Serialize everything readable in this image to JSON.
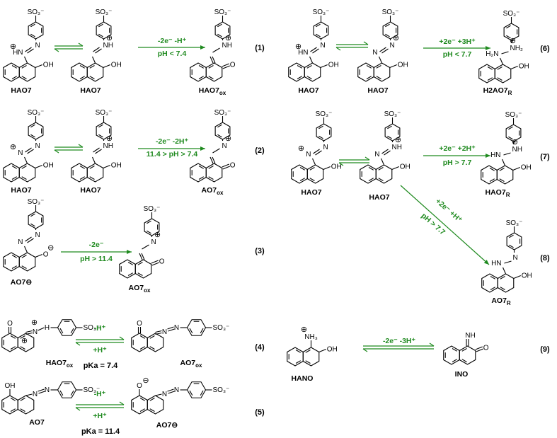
{
  "colors": {
    "arrow": "#1f8a1f",
    "ink": "#000000"
  },
  "atoms": {
    "so3": "SO₃⁻",
    "oh": "OH",
    "o": "O",
    "n": "N",
    "hn": "HN",
    "nh": "NH",
    "h2n": "H₂N",
    "nh2": "NH₂",
    "nh3": "NH₃",
    "hnn": "HN",
    "plus": "⊕",
    "minus": "⊖"
  },
  "reactions": [
    {
      "number": "(1)",
      "conditions_top": "-2e⁻ -H⁺",
      "conditions_bottom": "pH < 7.4",
      "labels": [
        "HAO7",
        "HAO7",
        "HAO7ox"
      ]
    },
    {
      "number": "(2)",
      "conditions_top": "-2e⁻ -2H⁺",
      "conditions_bottom": "11.4 > pH > 7.4",
      "labels": [
        "HAO7",
        "HAO7",
        "AO7ox"
      ]
    },
    {
      "number": "(3)",
      "conditions_top": "-2e⁻",
      "conditions_bottom": "pH > 11.4",
      "labels": [
        "AO7⊖",
        "AO7ox"
      ]
    },
    {
      "number": "(4)",
      "conditions_top": "-H⁺",
      "conditions_bottom": "+H⁺",
      "pka": "pKa = 7.4",
      "labels": [
        "HAO7ox",
        "AO7ox"
      ]
    },
    {
      "number": "(5)",
      "conditions_top": "-H⁺",
      "conditions_bottom": "+H⁺",
      "pka": "pKa = 11.4",
      "labels": [
        "AO7",
        "AO7⊖"
      ]
    },
    {
      "number": "(6)",
      "conditions_top": "+2e⁻ +3H⁺",
      "conditions_bottom": "pH < 7.7",
      "labels": [
        "HAO7",
        "HAO7",
        "H2AO7R"
      ]
    },
    {
      "number": "(7)",
      "conditions_top": "+2e⁻ +2H⁺",
      "conditions_bottom": "pH > 7.7",
      "labels": [
        "HAO7",
        "HAO7",
        "HAO7R"
      ]
    },
    {
      "number": "(8)",
      "conditions_top": "+2e⁻ +H⁺",
      "conditions_bottom": "pH > 7.7",
      "labels": [
        "AO7R"
      ]
    },
    {
      "number": "(9)",
      "conditions_top": "-2e⁻ -3H⁺",
      "labels": [
        "HANO",
        "INO"
      ]
    }
  ]
}
